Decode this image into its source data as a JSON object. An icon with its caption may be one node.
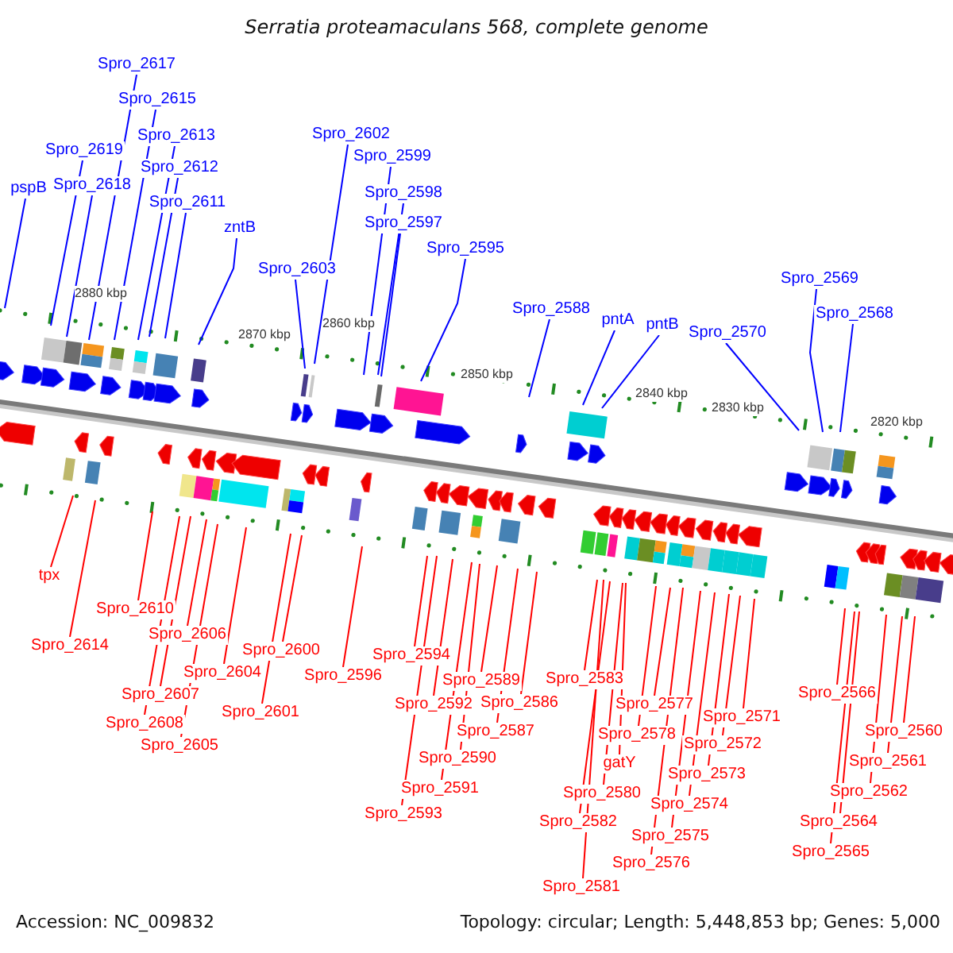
{
  "diagram": {
    "title": "Serratia proteamaculans 568, complete genome",
    "nodes": [
      {
        "text": [
          "Spro_2617"
        ]
      },
      {
        "text": [
          "Spro_2615"
        ]
      },
      {
        "text": [
          "Spro_2602"
        ]
      },
      {
        "text": [
          "Spro_2613"
        ]
      },
      {
        "text": [
          "Spro_2619"
        ]
      },
      {
        "text": [
          "Spro_2599"
        ]
      },
      {
        "text": [
          "Spro_2612"
        ]
      },
      {
        "text": [
          "Spro_2618"
        ]
      },
      {
        "text": [
          "pspB"
        ]
      },
      {
        "text": [
          "Spro_2598"
        ]
      },
      {
        "text": [
          "Spro_2611"
        ]
      },
      {
        "text": [
          "Spro_2597"
        ]
      },
      {
        "text": [
          "zntB"
        ]
      },
      {
        "text": [
          "Spro_2595"
        ]
      },
      {
        "text": [
          "Spro_2603"
        ]
      },
      {
        "text": [
          "Spro_2569"
        ]
      },
      {
        "text": [
          "Spro_2588"
        ]
      },
      {
        "text": [
          "Spro_2568"
        ]
      },
      {
        "text": [
          "pntA"
        ]
      },
      {
        "text": [
          "pntB"
        ]
      },
      {
        "text": [
          "Spro_2570"
        ]
      },
      {
        "text": [
          "tpx"
        ]
      },
      {
        "text": [
          "Spro_2610"
        ]
      },
      {
        "text": [
          "Spro_2606"
        ]
      },
      {
        "text": [
          "Spro_2614"
        ]
      },
      {
        "text": [
          "Spro_2600"
        ]
      },
      {
        "text": [
          "Spro_2594"
        ]
      },
      {
        "text": [
          "Spro_2604"
        ]
      },
      {
        "text": [
          "Spro_2596"
        ]
      },
      {
        "text": [
          "Spro_2583"
        ]
      },
      {
        "text": [
          "Spro_2589"
        ]
      },
      {
        "text": [
          "Spro_2607"
        ]
      },
      {
        "text": [
          "Spro_2586"
        ]
      },
      {
        "text": [
          "Spro_2592"
        ]
      },
      {
        "text": [
          "Spro_2577"
        ]
      },
      {
        "text": [
          "Spro_2601"
        ]
      },
      {
        "text": [
          "Spro_2571"
        ]
      },
      {
        "text": [
          "Spro_2608"
        ]
      },
      {
        "text": [
          "Spro_2587"
        ]
      },
      {
        "text": [
          "Spro_2578"
        ]
      },
      {
        "text": [
          "Spro_2572"
        ]
      },
      {
        "text": [
          "Spro_2605"
        ]
      },
      {
        "text": [
          "Spro_2590"
        ]
      },
      {
        "text": [
          "gatY"
        ]
      },
      {
        "text": [
          "Spro_2573"
        ]
      },
      {
        "text": [
          "Spro_2591"
        ]
      },
      {
        "text": [
          "Spro_2580"
        ]
      },
      {
        "text": [
          "Spro_2574"
        ]
      },
      {
        "text": [
          "Spro_2593"
        ]
      },
      {
        "text": [
          "Spro_2582"
        ]
      },
      {
        "text": [
          "Spro_2575"
        ]
      },
      {
        "text": [
          "Spro_2576"
        ]
      },
      {
        "text": [
          "Spro_2581"
        ]
      },
      {
        "text": [
          "Spro_2566"
        ]
      },
      {
        "text": [
          "Spro_2560"
        ]
      },
      {
        "text": [
          "Spro_2561"
        ]
      },
      {
        "text": [
          "Spro_2562"
        ]
      },
      {
        "text": [
          "Spro_2564"
        ]
      },
      {
        "text": [
          "Spro_2565"
        ]
      }
    ],
    "edges": [
      {
        "from": 0,
        "to": null,
        "arrow": "none",
        "color": "#0000ff"
      },
      {
        "from": 1,
        "to": null,
        "arrow": "none",
        "color": "#0000ff"
      },
      {
        "from": 2,
        "to": null,
        "arrow": "none",
        "color": "#0000ff"
      },
      {
        "from": 3,
        "to": null,
        "arrow": "none",
        "color": "#0000ff"
      },
      {
        "from": 4,
        "to": null,
        "arrow": "none",
        "color": "#0000ff"
      },
      {
        "from": 5,
        "to": null,
        "arrow": "none",
        "color": "#0000ff"
      },
      {
        "from": 6,
        "to": null,
        "arrow": "none",
        "color": "#0000ff"
      },
      {
        "from": 7,
        "to": null,
        "arrow": "none",
        "color": "#0000ff"
      },
      {
        "from": 8,
        "to": null,
        "arrow": "none",
        "color": "#0000ff"
      },
      {
        "from": 9,
        "to": null,
        "arrow": "none",
        "color": "#0000ff"
      },
      {
        "from": 10,
        "to": null,
        "arrow": "none",
        "color": "#0000ff"
      },
      {
        "from": 11,
        "to": null,
        "arrow": "none",
        "color": "#0000ff"
      },
      {
        "from": 12,
        "to": null,
        "arrow": "none",
        "color": "#0000ff"
      },
      {
        "from": 13,
        "to": null,
        "arrow": "none",
        "color": "#0000ff"
      },
      {
        "from": 14,
        "to": null,
        "arrow": "none",
        "color": "#0000ff"
      },
      {
        "from": 15,
        "to": null,
        "arrow": "none",
        "color": "#0000ff"
      },
      {
        "from": 16,
        "to": null,
        "arrow": "none",
        "color": "#0000ff"
      },
      {
        "from": 17,
        "to": null,
        "arrow": "none",
        "color": "#0000ff"
      },
      {
        "from": 18,
        "to": null,
        "arrow": "none",
        "color": "#0000ff"
      },
      {
        "from": 19,
        "to": null,
        "arrow": "none",
        "color": "#0000ff"
      },
      {
        "from": 20,
        "to": null,
        "arrow": "none",
        "color": "#0000ff"
      },
      {
        "from": 21,
        "to": null,
        "arrow": "none"
      },
      {
        "from": 22,
        "to": null,
        "arrow": "none"
      },
      {
        "from": 23,
        "to": null,
        "arrow": "none"
      },
      {
        "from": 24,
        "to": null,
        "arrow": "none"
      },
      {
        "from": 25,
        "to": null,
        "arrow": "none"
      },
      {
        "from": 26,
        "to": null,
        "arrow": "none"
      },
      {
        "from": 27,
        "to": null,
        "arrow": "none"
      },
      {
        "from": 28,
        "to": null,
        "arrow": "none"
      },
      {
        "from": 29,
        "to": null,
        "arrow": "none"
      },
      {
        "from": 30,
        "to": null,
        "arrow": "none"
      },
      {
        "from": 31,
        "to": null,
        "arrow": "none"
      },
      {
        "from": 32,
        "to": null,
        "arrow": "none"
      },
      {
        "from": 33,
        "to": null,
        "arrow": "none"
      },
      {
        "from": 34,
        "to": null,
        "arrow": "none"
      },
      {
        "from": 35,
        "to": null,
        "arrow": "none"
      },
      {
        "from": 36,
        "to": null,
        "arrow": "none"
      },
      {
        "from": 37,
        "to": null,
        "arrow": "none"
      },
      {
        "from": 38,
        "to": null,
        "arrow": "none"
      },
      {
        "from": 39,
        "to": null,
        "arrow": "none"
      },
      {
        "from": 40,
        "to": null,
        "arrow": "none"
      },
      {
        "from": 41,
        "to": null,
        "arrow": "none"
      },
      {
        "from": 42,
        "to": null,
        "arrow": "none"
      },
      {
        "from": 43,
        "to": null,
        "arrow": "none"
      },
      {
        "from": 44,
        "to": null,
        "arrow": "none"
      },
      {
        "from": 45,
        "to": null,
        "arrow": "none"
      },
      {
        "from": 46,
        "to": null,
        "arrow": "none"
      },
      {
        "from": 47,
        "to": null,
        "arrow": "none"
      },
      {
        "from": 48,
        "to": null,
        "arrow": "none"
      },
      {
        "from": 49,
        "to": null,
        "arrow": "none"
      },
      {
        "from": 50,
        "to": null,
        "arrow": "none"
      },
      {
        "from": 51,
        "to": null,
        "arrow": "none"
      },
      {
        "from": 52,
        "to": null,
        "arrow": "none"
      },
      {
        "from": 53,
        "to": null,
        "arrow": "none"
      },
      {
        "from": 54,
        "to": null,
        "arrow": "none"
      },
      {
        "from": 55,
        "to": null,
        "arrow": "none"
      },
      {
        "from": 56,
        "to": null,
        "arrow": "none"
      },
      {
        "from": 57,
        "to": null,
        "arrow": "none"
      },
      {
        "from": 58,
        "to": null,
        "arrow": "none"
      }
    ],
    "labels": [
      "2880 kbp",
      "2870 kbp",
      "2860 kbp",
      "2850 kbp",
      "2840 kbp",
      "2830 kbp",
      "2820 kbp",
      "Accession: NC_009832",
      "Topology: circular; Length: 5,448,853 bp; Genes: 5,000"
    ]
  }
}
